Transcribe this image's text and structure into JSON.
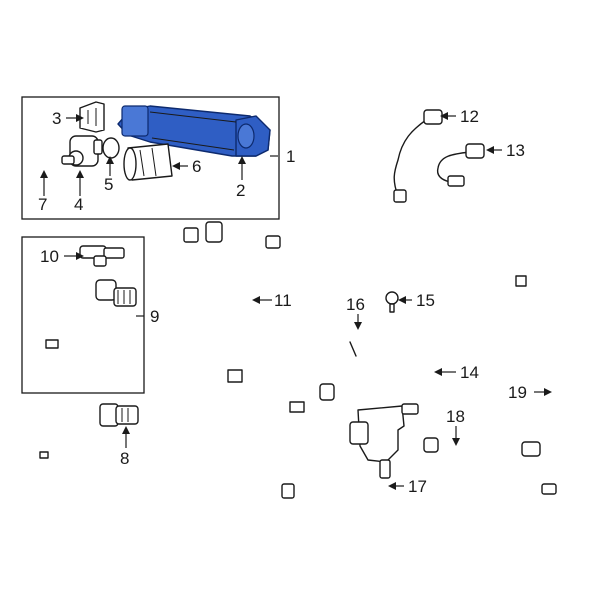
{
  "callouts": [
    "1",
    "2",
    "3",
    "4",
    "5",
    "6",
    "7",
    "8",
    "9",
    "10",
    "11",
    "12",
    "13",
    "14",
    "15",
    "16",
    "17",
    "18",
    "19"
  ],
  "colors": {
    "highlight": "#2f5ec4",
    "highlight_dark": "#0d2a6e",
    "line": "#1a1a1a"
  }
}
